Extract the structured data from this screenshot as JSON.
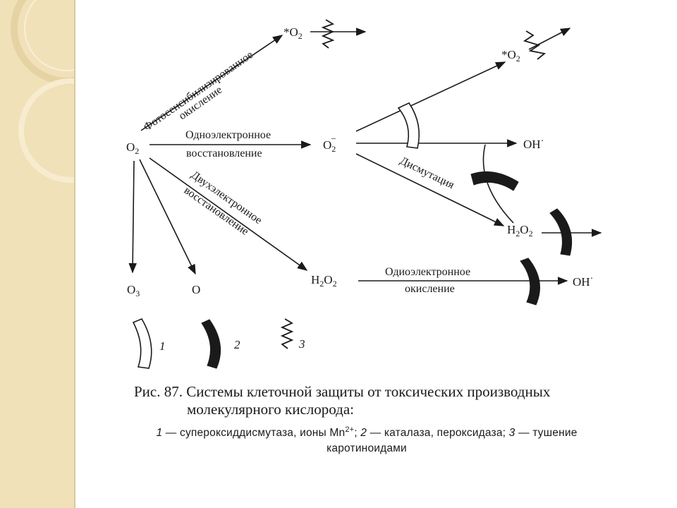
{
  "diagram": {
    "nodes": {
      "o2": "O",
      "o2_sub": "2",
      "singlet_top": "*O",
      "singlet_top_sub": "2",
      "singlet_right": "*O",
      "singlet_right_sub": "2",
      "superoxide": "O",
      "superoxide_sub": "2",
      "superoxide_sup": "−",
      "oh_upper": "OH",
      "oh_upper_sup": "·",
      "h2o2_upper_a": "H",
      "h2o2_upper_b": "2",
      "h2o2_upper_c": "O",
      "h2o2_upper_d": "2",
      "h2o2_lower_a": "H",
      "h2o2_lower_b": "2",
      "h2o2_lower_c": "O",
      "h2o2_lower_d": "2",
      "oh_lower": "OH",
      "oh_lower_sup": "·",
      "o3": "O",
      "o3_sub": "3",
      "o_atom": "O"
    },
    "edge_labels": {
      "photosens_line1": "Фотосенсибилизированное",
      "photosens_line2": "окисление",
      "one_e_reduction_line1": "Одноэлектронное",
      "one_e_reduction_line2": "восстановление",
      "two_e_reduction_line1": "Двухэлектронное",
      "two_e_reduction_line2": "восстановление",
      "dismutation": "Дисмутация",
      "one_e_oxidation_line1": "Одиоэлектронное",
      "one_e_oxidation_line2": "окисление"
    },
    "legend_numbers": {
      "n1": "1",
      "n2": "2",
      "n3": "3"
    }
  },
  "caption": {
    "title_line1": "Рис. 87. Системы клеточной защиты от токсических производных",
    "title_line2": "молекулярного кислорода:",
    "legend_n1": "1",
    "legend_t1": " — супероксиддисмутаза, ионы Mn",
    "legend_mn_sup": "2+",
    "legend_t1b": "; ",
    "legend_n2": "2",
    "legend_t2": " — каталаза, пероксидаза; ",
    "legend_n3": "3",
    "legend_t3": " — тушение",
    "legend_line2": "каротиноидами"
  }
}
